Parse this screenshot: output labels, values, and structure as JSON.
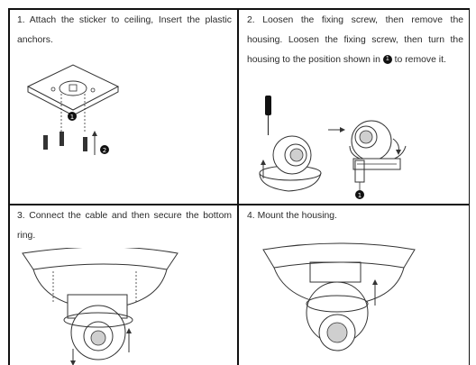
{
  "steps": [
    {
      "number": "1.",
      "text": "Attach the sticker to ceiling, Insert the plastic anchors.",
      "figure_labels": [
        "1",
        "2"
      ]
    },
    {
      "number": "2.",
      "text": "Loosen the fixing screw, then remove the housing. Loosen the fixing screw, then turn the housing to the position shown in",
      "text_suffix": "to remove it.",
      "inline_ref": "1",
      "figure_labels": [
        "1"
      ]
    },
    {
      "number": "3.",
      "text": "Connect the cable and then secure the bottom ring.",
      "figure_labels": []
    },
    {
      "number": "4.",
      "text": "Mount the housing.",
      "figure_labels": []
    }
  ],
  "icons": {
    "callout": "filled-circle-number",
    "arrow": "arrow-icon"
  }
}
